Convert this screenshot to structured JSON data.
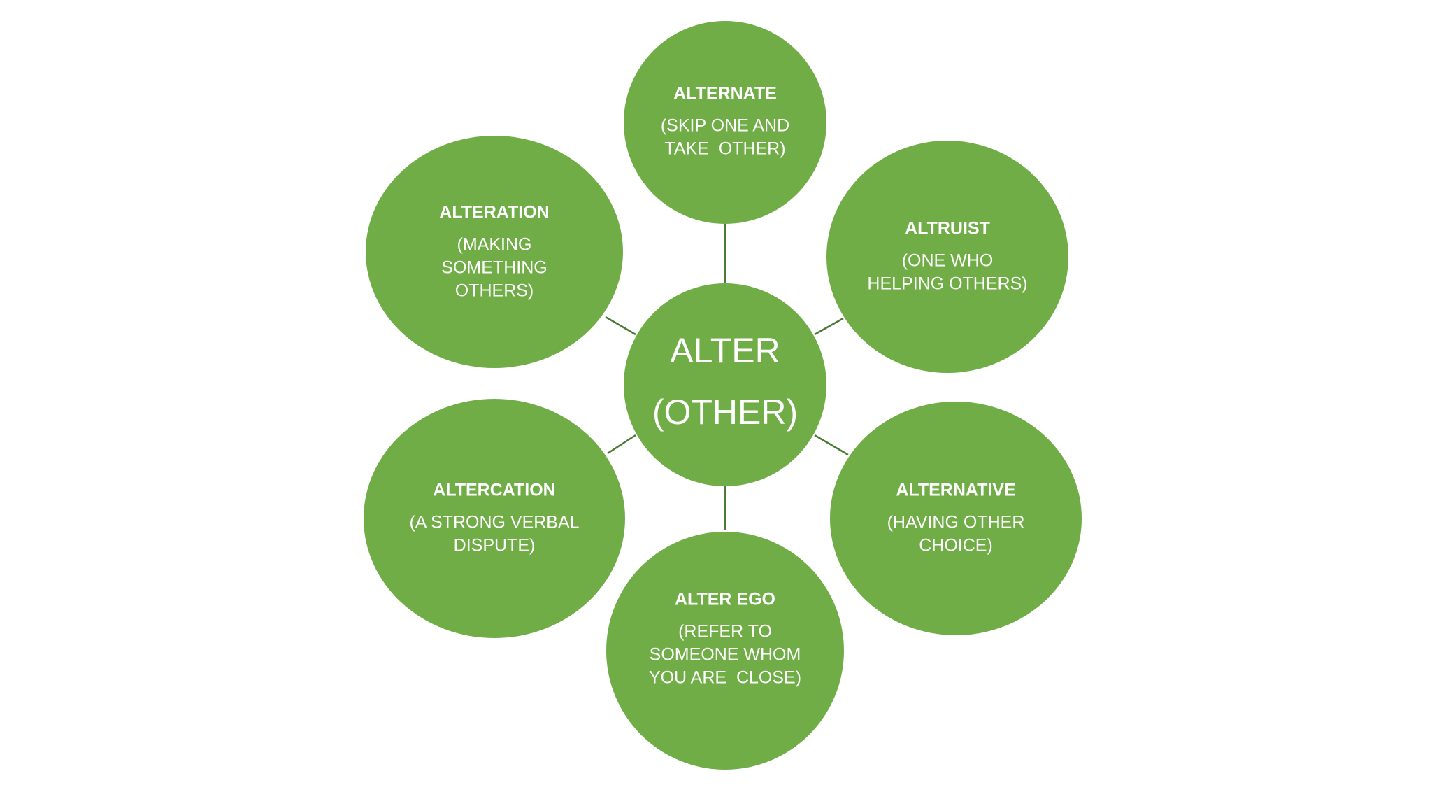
{
  "center": {
    "line1": "ALTER",
    "line2": "(OTHER)"
  },
  "nodes": [
    {
      "id": "alternate",
      "title": "ALTERNATE",
      "desc": [
        "(SKIP ONE AND",
        "TAKE  OTHER)"
      ]
    },
    {
      "id": "altruist",
      "title": "ALTRUIST",
      "desc": [
        "(ONE WHO",
        "HELPING OTHERS)"
      ]
    },
    {
      "id": "alternative",
      "title": "ALTERNATIVE",
      "desc": [
        "(HAVING OTHER",
        "CHOICE)"
      ]
    },
    {
      "id": "alter-ego",
      "title": "ALTER EGO",
      "desc": [
        "(REFER TO",
        "SOMEONE WHOM",
        "YOU ARE  CLOSE)"
      ]
    },
    {
      "id": "altercation",
      "title": "ALTERCATION",
      "desc": [
        "(A STRONG VERBAL",
        "DISPUTE)"
      ]
    },
    {
      "id": "alteration",
      "title": "ALTERATION",
      "desc": [
        "(MAKING",
        "SOMETHING",
        "OTHERS)"
      ]
    }
  ],
  "colors": {
    "node_fill": "#70ad47",
    "connector": "#4a7a35",
    "text": "#ffffff",
    "background": "#ffffff"
  }
}
